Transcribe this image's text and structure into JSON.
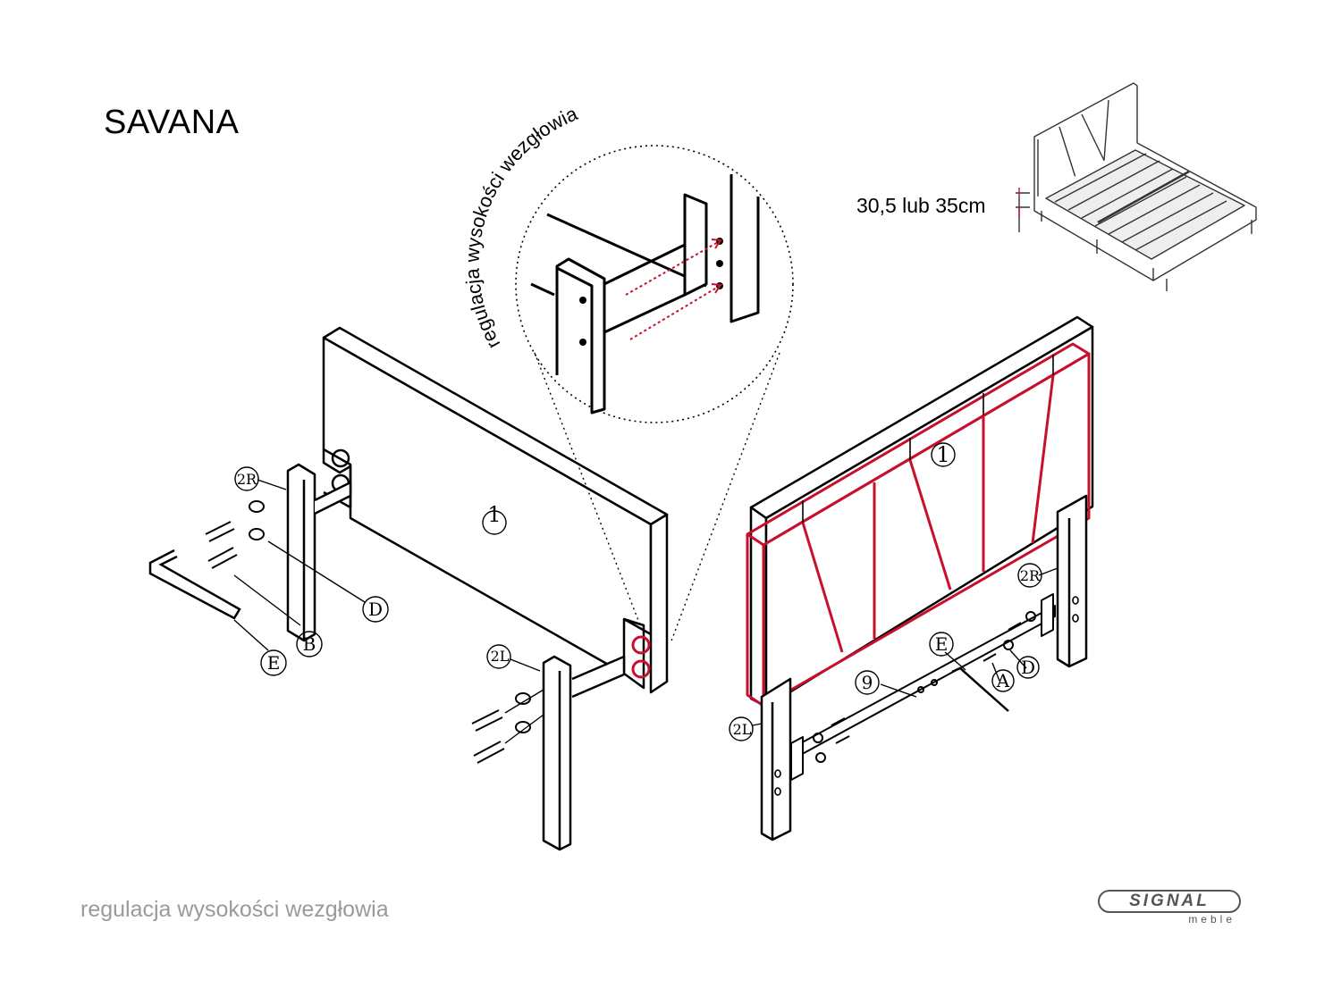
{
  "header": {
    "title": "SAVANA"
  },
  "caption": "regulacja wysokości wezgłowia",
  "detail": {
    "arc_label": "regulacja wysokości wezgłowia"
  },
  "dimension": {
    "label": "30,5 lub 35cm"
  },
  "labels": {
    "headboard": "1",
    "leg_right": "2R",
    "leg_left": "2L",
    "bolt": "B",
    "washer": "D",
    "key": "E",
    "part_a": "A",
    "rail": "9"
  },
  "brand": {
    "name": "SIGNAL",
    "sub": "meble"
  },
  "colors": {
    "accent": "#c8102e",
    "line": "#000000",
    "muted": "#9a9a9a"
  }
}
